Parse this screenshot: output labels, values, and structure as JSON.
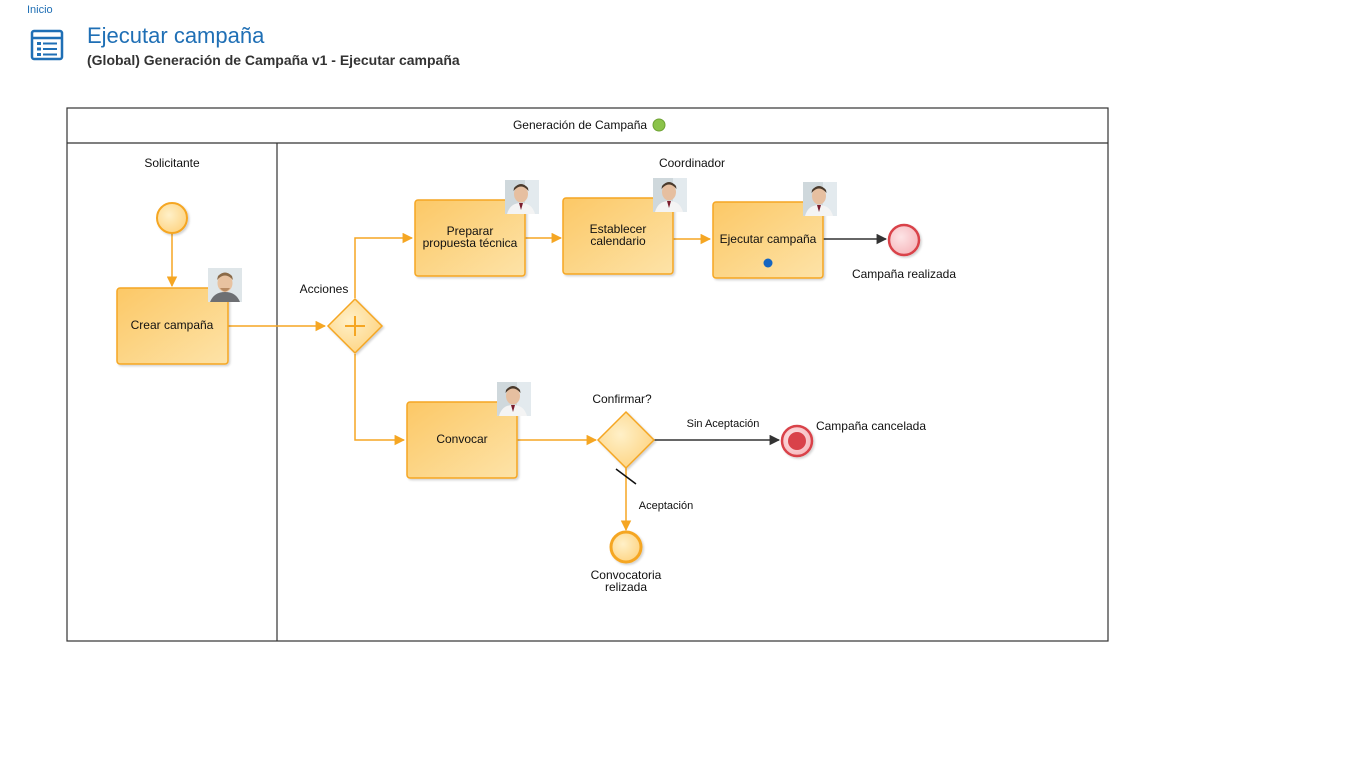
{
  "breadcrumb": {
    "home_label": "Inicio"
  },
  "header": {
    "icon": "task-list-icon",
    "title": "Ejecutar campaña",
    "subtitle": "(Global) Generación de Campaña v1 - Ejecutar campaña"
  },
  "diagram": {
    "pool": {
      "name": "Generación de Campaña",
      "status_color": "#8bc34a"
    },
    "lanes": [
      {
        "name": "Solicitante"
      },
      {
        "name": "Coordinador"
      }
    ],
    "tasks": {
      "crear": {
        "label": "Crear campaña"
      },
      "preparar": {
        "label_line1": "Preparar",
        "label_line2": "propuesta técnica"
      },
      "establecer": {
        "label_line1": "Establecer",
        "label_line2": "calendario"
      },
      "ejecutar": {
        "label": "Ejecutar campaña",
        "is_current": true
      },
      "convocar": {
        "label": "Convocar"
      }
    },
    "gateways": {
      "acciones": {
        "label": "Acciones",
        "type": "parallel"
      },
      "confirmar": {
        "label": "Confirmar?",
        "type": "exclusive"
      }
    },
    "events": {
      "start": {
        "type": "start"
      },
      "realizada": {
        "label": "Campaña realizada",
        "type": "end"
      },
      "cancelada": {
        "label": "Campaña cancelada",
        "type": "end-terminate"
      },
      "convocatoria": {
        "label_line1": "Convocatoria",
        "label_line2": "relizada",
        "type": "end"
      }
    },
    "flows": {
      "sin_aceptacion": "Sin Aceptación",
      "aceptacion": "Aceptación"
    },
    "colors": {
      "task_fill": "#fdd27e",
      "task_stroke": "#f5a623",
      "flow_active": "#f5a623",
      "flow_inactive": "#333333",
      "end_fill": "#f8c9cc",
      "end_stroke": "#d9424a",
      "accent": "#1f6fb5",
      "current_marker": "#1565c0"
    }
  }
}
